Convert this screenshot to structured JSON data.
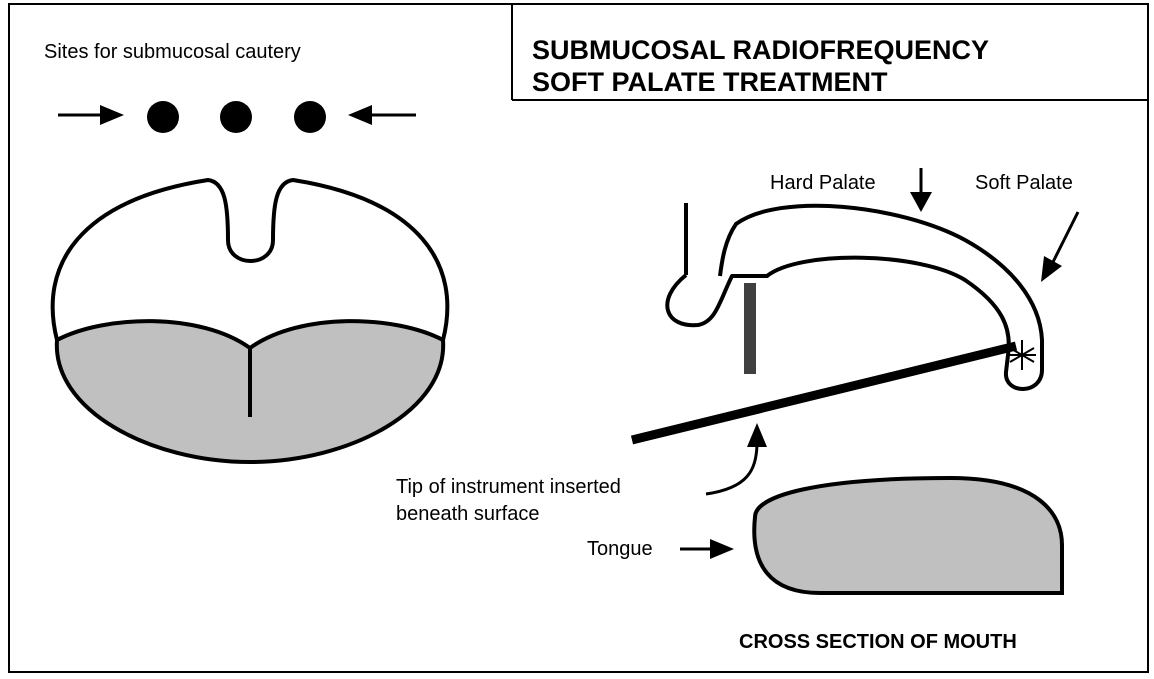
{
  "title": {
    "line1": "SUBMUCOSAL RADIOFREQUENCY",
    "line2": "SOFT PALATE TREATMENT"
  },
  "labels": {
    "sites": "Sites for submucosal cautery",
    "hard_palate": "Hard Palate",
    "soft_palate": "Soft Palate",
    "tip_line1": "Tip of instrument inserted",
    "tip_line2": "beneath surface",
    "tongue": "Tongue",
    "cross_section": "CROSS SECTION OF MOUTH"
  },
  "colors": {
    "fill_gray": "#c0c0c0",
    "ink": "#000000",
    "instrument_gray": "#404040"
  }
}
